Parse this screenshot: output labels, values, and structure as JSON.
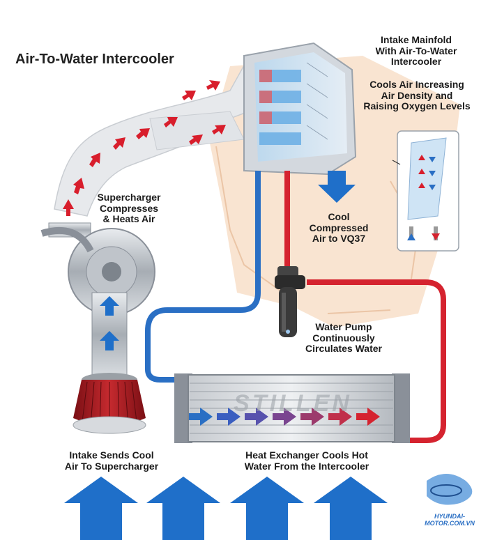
{
  "title": "Air-To-Water Intercooler",
  "labels": {
    "intake_manifold": "Intake Mainfold\nWith Air-To-Water\nIntercooler",
    "cools_air": "Cools Air Increasing\nAir Density and\nRaising Oxygen Levels",
    "supercharger": "Supercharger\nCompresses\n& Heats Air",
    "cool_compressed": "Cool\nCompressed\nAir to VQ37",
    "water_pump": "Water Pump\nContinuously\nCirculates Water",
    "intake": "Intake Sends Cool\nAir To Supercharger",
    "heat_exchanger": "Heat Exchanger Cools Hot\nWater From the Intercooler",
    "stillen_logo": "STILLEN",
    "watermark": "HYUNDAI-MOTOR.COM.VN"
  },
  "colors": {
    "hot_arrow": "#d81e2c",
    "cool_arrow": "#1f6fc9",
    "cold_pipe": "#2a6fc4",
    "hot_pipe": "#d5232f",
    "duct": "#e4e6ea",
    "metal": "#b9bec4",
    "engine_bg": "#f7d9bd"
  }
}
